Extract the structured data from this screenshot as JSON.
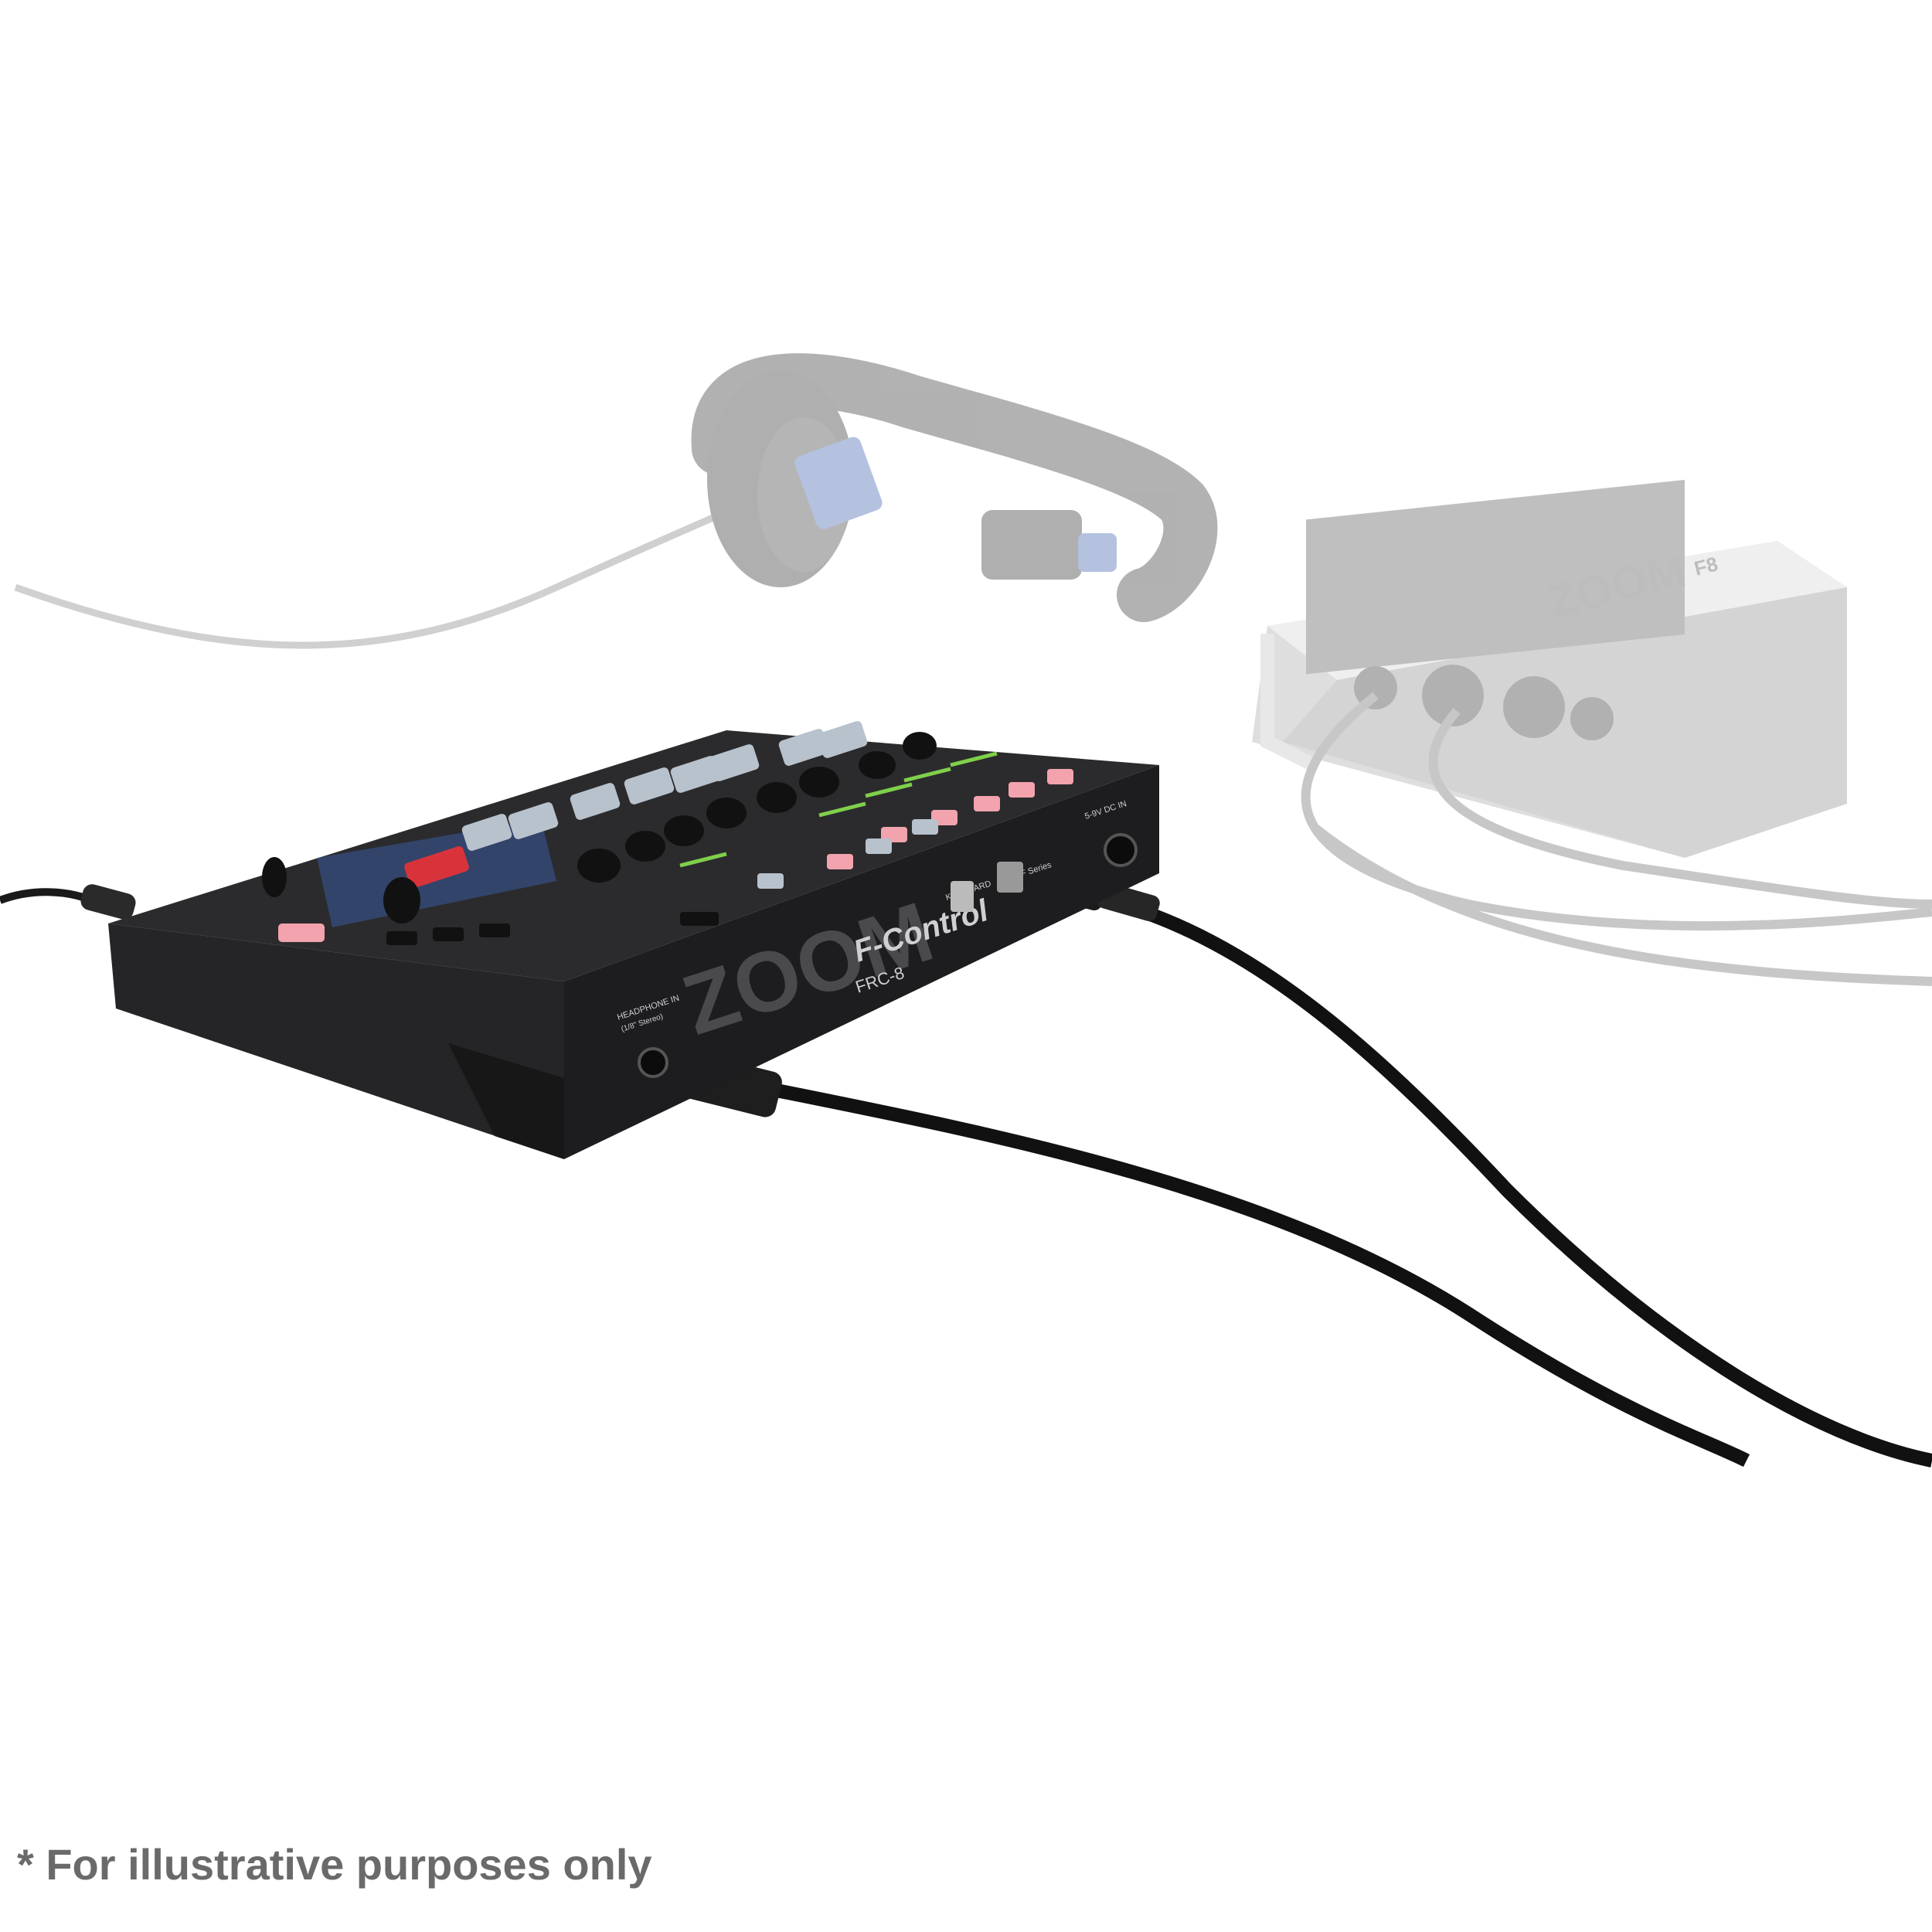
{
  "photo": {
    "brand": "ZOOM",
    "model_name": "F-Control",
    "model_code": "FRC-8",
    "port_keyboard": "KEYBOARD",
    "port_to_fseries": "TO F Series",
    "port_dc_in": "5-9V DC IN",
    "port_headphone": "HEADPHONE IN",
    "port_headphone_sub": "(1/8\" Stereo)",
    "recorder_brand": "ZOOM",
    "recorder_model": "F8"
  },
  "caption": {
    "text": "* For illustrative purposes only"
  },
  "colors": {
    "background": "#ffffff",
    "device_body": "#2b2b2d",
    "fader_cap": "#b8c2cc",
    "fader_master": "#d8333a",
    "button_pink": "#f2a3ad",
    "accent_blue": "#3b5a9e",
    "faded_gray": "#c9c9c9",
    "caption": "#6a6a6a"
  }
}
